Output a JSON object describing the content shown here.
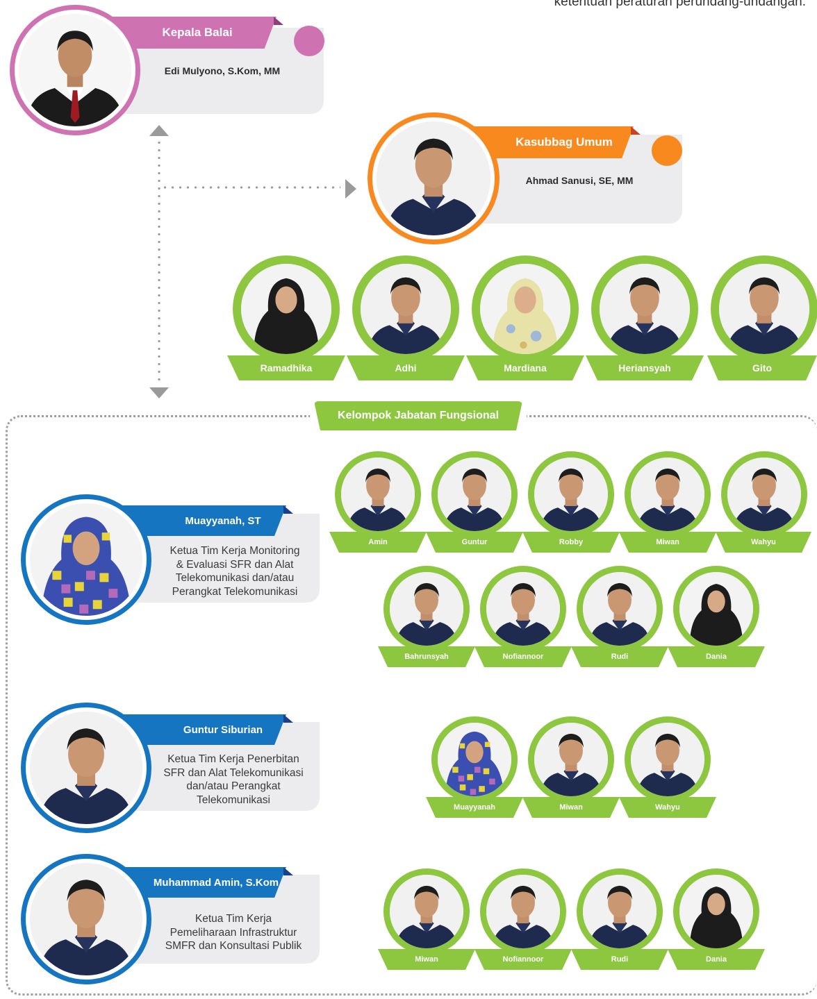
{
  "top_text": "ketentuan peraturan perundang-undangan.",
  "colors": {
    "pink": "#cf72b2",
    "pink_dark": "#8e3f78",
    "orange": "#f7891f",
    "orange_dark": "#c8431f",
    "blue": "#1575c0",
    "blue_dark": "#1b3f8c",
    "green": "#8dc63f",
    "card": "#ececee",
    "connector": "#9a9a9a"
  },
  "head": {
    "title": "Kepala Balai",
    "name": "Edi Mulyono, S.Kom, MM"
  },
  "admin": {
    "title": "Kasubbag Umum",
    "name": "Ahmad Sanusi, SE, MM",
    "staff": [
      "Ramadhika",
      "Adhi",
      "Mardiana",
      "Heriansyah",
      "Gito"
    ]
  },
  "functional": {
    "label": "Kelompok Jabatan Fungsional",
    "teams": [
      {
        "leader": "Muayyanah, ST",
        "desc": [
          "Ketua Tim Kerja Monitoring",
          "& Evaluasi SFR dan Alat",
          "Telekomunikasi dan/atau",
          "Perangkat Telekomunikasi"
        ],
        "members_row1": [
          "Amin",
          "Guntur",
          "Robby",
          "Miwan",
          "Wahyu"
        ],
        "members_row2": [
          "Bahrunsyah",
          "Nofiannoor",
          "Rudi",
          "Dania"
        ]
      },
      {
        "leader": "Guntur Siburian",
        "desc": [
          "Ketua Tim Kerja Penerbitan",
          "SFR dan Alat Telekomunikasi",
          "dan/atau Perangkat",
          "Telekomunikasi"
        ],
        "members": [
          "Muayyanah",
          "Miwan",
          "Wahyu"
        ]
      },
      {
        "leader": "Muhammad Amin, S.Kom",
        "desc": [
          "Ketua Tim Kerja",
          "Pemeliharaan Infrastruktur",
          "SMFR dan Konsultasi Publik"
        ],
        "members": [
          "Miwan",
          "Nofiannoor",
          "Rudi",
          "Dania"
        ]
      }
    ]
  }
}
